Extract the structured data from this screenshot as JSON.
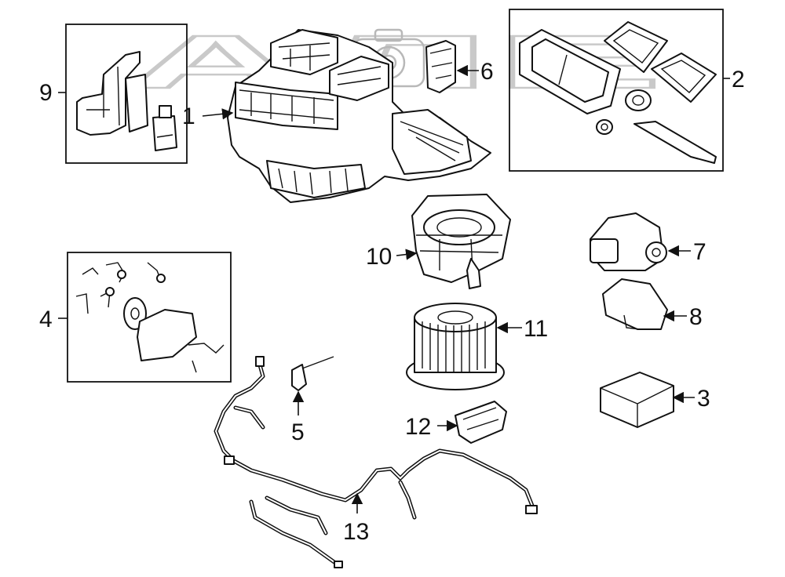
{
  "watermark": {
    "text": "АЛЕ АВТО"
  },
  "callouts": {
    "c1": "1",
    "c2": "2",
    "c3": "3",
    "c4": "4",
    "c5": "5",
    "c6": "6",
    "c7": "7",
    "c8": "8",
    "c9": "9",
    "c10": "10",
    "c11": "11",
    "c12": "12",
    "c13": "13"
  }
}
